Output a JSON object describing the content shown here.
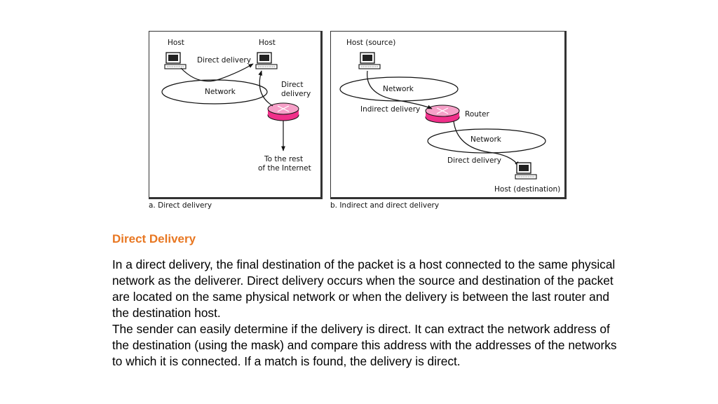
{
  "diagram": {
    "colors": {
      "router": "#f0308a",
      "stroke": "#111111"
    },
    "panel_a": {
      "host1_label": "Host",
      "host2_label": "Host",
      "direct_delivery_top": "Direct delivery",
      "network_label": "Network",
      "direct_delivery_side_line1": "Direct",
      "direct_delivery_side_line2": "delivery",
      "rest_line1": "To the rest",
      "rest_line2": "of the Internet",
      "caption": "a. Direct delivery"
    },
    "panel_b": {
      "source_label": "Host (source)",
      "network1_label": "Network",
      "indirect_label": "Indirect delivery",
      "router_label": "Router",
      "network2_label": "Network",
      "direct_label": "Direct delivery",
      "destination_label": "Host (destination)",
      "caption": "b. Indirect and direct delivery"
    }
  },
  "content": {
    "heading": "Direct Delivery",
    "paragraph1": "In a direct delivery, the final destination of the packet is a host connected to the same physical network as the deliverer. Direct delivery occurs when the source and destination of the packet are located on the same physical network or when the delivery is between the last router and the destination host.",
    "paragraph2": "The sender can easily determine if the delivery is direct. It can extract the network address of the destination (using the mask) and compare this address with the addresses of the networks to which it is connected. If a match is found, the delivery is direct."
  }
}
